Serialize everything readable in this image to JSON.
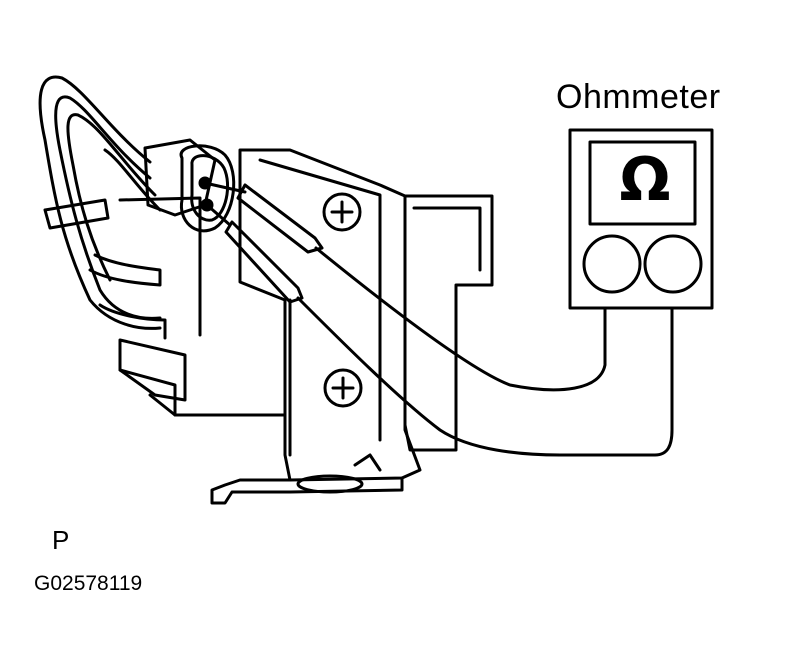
{
  "labels": {
    "meter": "Ohmmeter",
    "view_code": "P",
    "figure_id": "G02578119",
    "omega_symbol": "Ω"
  },
  "icons": {
    "meter_display": "ohm-symbol-icon",
    "terminals": "meter-terminal-icon",
    "screws": "phillips-screw-icon"
  },
  "colors": {
    "line": "#000000",
    "background": "#ffffff"
  }
}
